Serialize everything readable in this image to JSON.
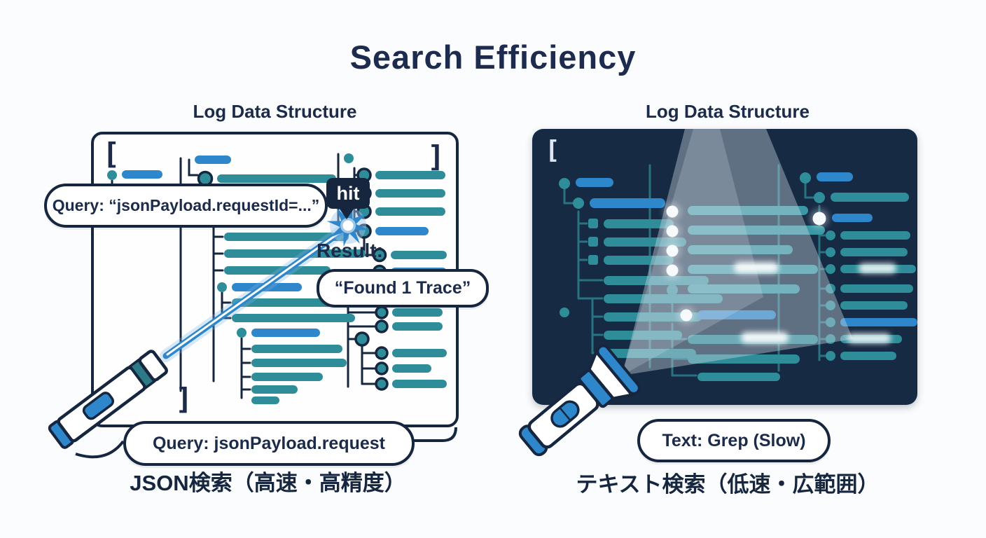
{
  "title": {
    "text": "Search Efficiency"
  },
  "colors": {
    "navy": "#16263f",
    "text_navy": "#1b2b49",
    "teal": "#2f8d99",
    "blue": "#2e86cb",
    "panel_dark_bg": "#172a44",
    "beam": "#ccd9e3",
    "laser_blue": "#2e86cb",
    "hit_badge_bg": "#16263f",
    "white": "#ffffff"
  },
  "left": {
    "header": "Log Data Structure",
    "bracket_open": "[",
    "bracket_close_top": "]",
    "bracket_close_bottom": "]",
    "query_top": "Query: “jsonPayload.requestId=...”",
    "hit_badge": "hit",
    "result_label": "Result:",
    "result_value": "“Found 1 Trace”",
    "query_bottom": "Query: jsonPayload.request",
    "caption": "JSON検索（高速・高精度）",
    "icons": [
      "laser-pointer-icon",
      "laser-beam",
      "starburst-icon",
      "hit-badge"
    ]
  },
  "right": {
    "header": "Log Data Structure",
    "bracket_open": "[",
    "label": "Text: Grep (Slow)",
    "caption": "テキスト検索（低速・広範囲）",
    "icons": [
      "flashlight-icon",
      "light-beam"
    ]
  }
}
